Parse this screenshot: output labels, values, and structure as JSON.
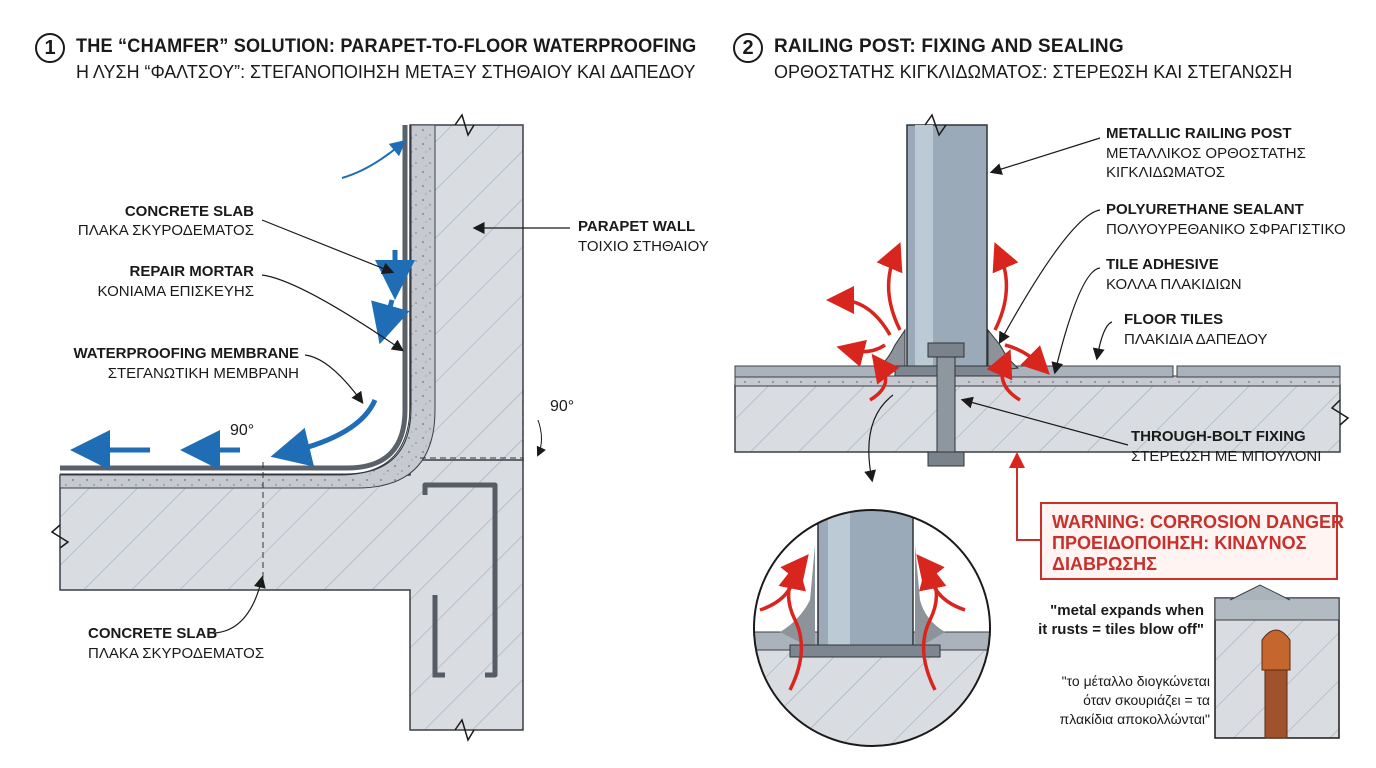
{
  "colors": {
    "concrete": "#d9dde2",
    "concrete_dark": "#b9c0c8",
    "mortar": "#c9ccd1",
    "membrane": "#6e7680",
    "post": "#9aaab8",
    "flow_blue": "#1f6db5",
    "flow_red": "#d8261e",
    "warning_red": "#c8302c",
    "ink": "#1a1a1a"
  },
  "panel1": {
    "number": "1",
    "title_en": "THE “CHAMFER” SOLUTION: PARAPET-TO-FLOOR WATERPROOFING",
    "title_gr": "Η ΛΥΣΗ “ΦΑΛΤΣΟΥ”: ΣΤΕΓΑΝΟΠΟΙΗΣΗ ΜΕΤΑΞΥ ΣΤΗΘΑΙΟΥ ΚΑΙ ΔΑΠΕΔΟΥ",
    "labels": {
      "concrete_slab_top_en": "CONCRETE SLAB",
      "concrete_slab_top_gr": "ΠΛΑΚΑ ΣΚΥΡΟΔΕΜΑΤΟΣ",
      "repair_mortar_en": "REPAIR MORTAR",
      "repair_mortar_gr": "ΚΟΝΙΑΜΑ ΕΠΙΣΚΕΥΗΣ",
      "membrane_en": "WATERPROOFING MEMBRANE",
      "membrane_gr": "ΣΤΕΓΑΝΩΤΙΚΗ ΜΕΜΒΡΑΝΗ",
      "parapet_en": "PARAPET WALL",
      "parapet_gr": "ΤΟΙΧΙΟ ΣΤΗΘΑΙΟΥ",
      "concrete_slab_bottom_en": "CONCRETE SLAB",
      "concrete_slab_bottom_gr": "ΠΛΑΚΑ ΣΚΥΡΟΔΕΜΑΤΟΣ",
      "angle_left": "90°",
      "angle_right": "90°"
    }
  },
  "panel2": {
    "number": "2",
    "title_en": "RAILING POST: FIXING AND SEALING",
    "title_gr": "ΟΡΘΟΣΤΑΤΗΣ ΚΙΓΚΛΙΔΩΜΑΤΟΣ: ΣΤΕΡΕΩΣΗ ΚΑΙ ΣΤΕΓΑΝΩΣΗ",
    "labels": {
      "post_en": "METALLIC RAILING POST",
      "post_gr_1": "ΜΕΤΑΛΛΙΚΟΣ ΟΡΘΟΣΤΑΤΗΣ",
      "post_gr_2": "ΚΙΓΚΛΙΔΩΜΑΤΟΣ",
      "sealant_en": "POLYURETHANE SEALANT",
      "sealant_gr": "ΠΟΛΥΟΥΡΕΘΑΝΙΚΟ ΣΦΡΑΓΙΣΤΙΚΟ",
      "adhesive_en": "TILE ADHESIVE",
      "adhesive_gr": "ΚΟΛΛΑ ΠΛΑΚΙΔΙΩΝ",
      "tiles_en": "FLOOR TILES",
      "tiles_gr": "ΠΛΑΚΙΔΙΑ ΔΑΠΕΔΟΥ",
      "bolt_en": "THROUGH-BOLT FIXING",
      "bolt_gr": "ΣΤΕΡΕΩΣΗ ΜΕ ΜΠΟΥΛΟΝΙ"
    },
    "warning": {
      "line1": "WARNING: CORROSION DANGER",
      "line2": "ΠΡΟΕΙΔΟΠΟΙΗΣΗ: ΚΙΝΔΥΝΟΣ",
      "line3": "ΔΙΑΒΡΩΣΗΣ"
    },
    "quotes": {
      "en_1": "\"metal expands when",
      "en_2": "it rusts = tiles blow off\"",
      "gr_1": "\"το μέταλλο διογκώνεται",
      "gr_2": "όταν σκουριάζει = τα",
      "gr_3": "πλακίδια αποκολλώνται\""
    }
  }
}
